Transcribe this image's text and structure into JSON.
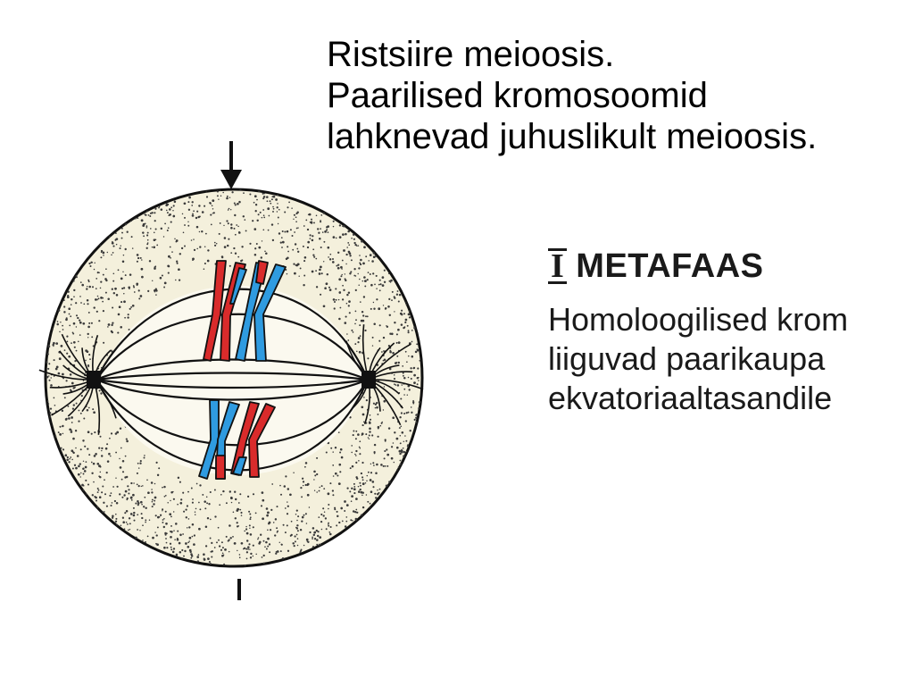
{
  "title": {
    "lines": [
      "Ristsiire meioosis.",
      "Paarilised kromosoomid",
      "lahknevad juhuslikult meioosis."
    ]
  },
  "stage": {
    "numeral": "I",
    "heading": "METAFAAS",
    "description": [
      "Homoloogilised krom",
      "liiguvad paarikaupa",
      "ekvatoriaaltasandile"
    ]
  },
  "colors": {
    "maternal": "#d92b2b",
    "paternal": "#2f9be0",
    "outline": "#111111",
    "cytoplasm": "#f4f0dc",
    "dots": "#3a3a3a"
  }
}
